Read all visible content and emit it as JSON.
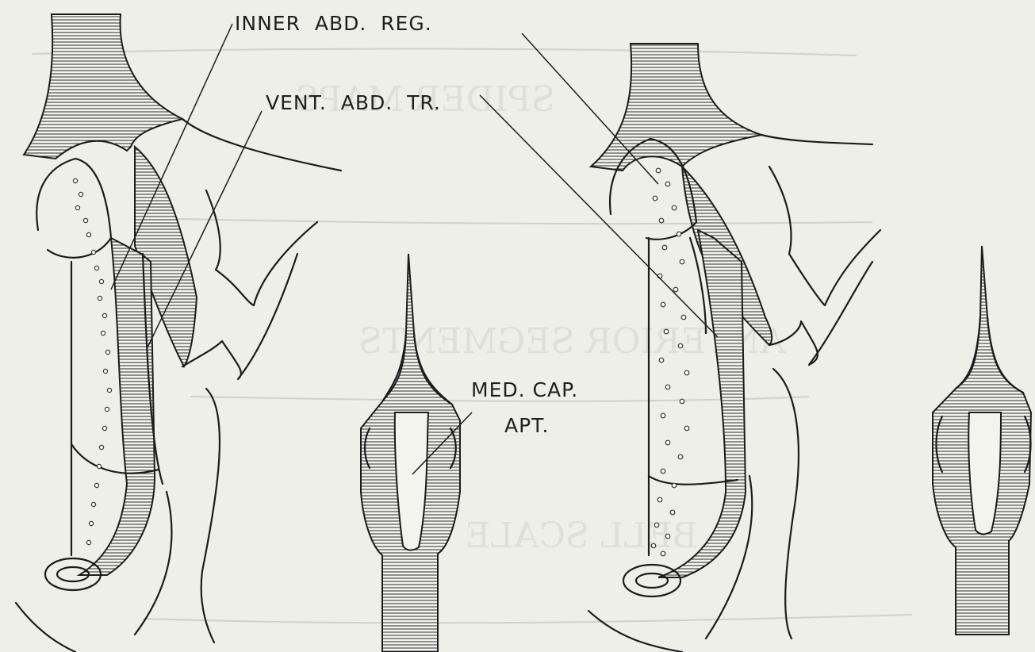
{
  "labels": {
    "inner_abd_reg": "INNER  ABD.  REG.",
    "vent_abd_tr": "VENT.  ABD.  TR.",
    "med_cap": "MED. CAP.",
    "apt": "APT."
  },
  "colors": {
    "paper": "#efefe9",
    "ink": "#1c1c1c",
    "bleed_through": "#c9c9c0"
  }
}
